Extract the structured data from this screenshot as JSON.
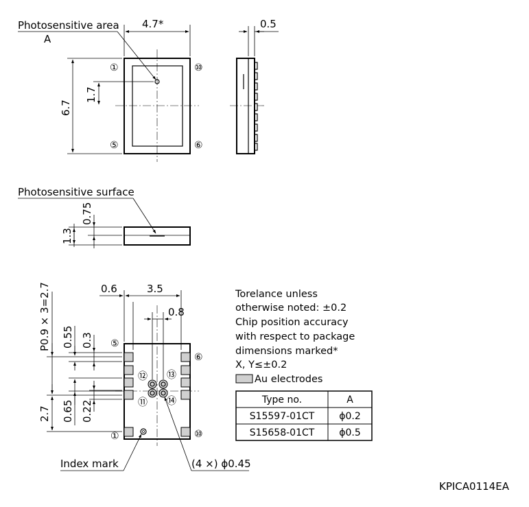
{
  "labels": {
    "photosensitive_area": "Photosensitive area",
    "area_symbol": "A",
    "photosensitive_surface": "Photosensitive surface",
    "index_mark": "Index mark",
    "figure_code": "KPICA0114EA"
  },
  "dimensions": {
    "top_width": "4.7*",
    "top_height": "6.7",
    "top_offset": "1.7",
    "side_thickness": "0.5",
    "profile_surface": "0.75",
    "profile_height": "1.3",
    "bottom_edge": "0.6",
    "bottom_span": "3.5",
    "bottom_pitch_inner": "0.8",
    "pitch": "P0.9 × 3=2.7",
    "pad_offset": "0.55",
    "pad_height": "0.3",
    "lower_span": "2.7",
    "lower_offset": "0.65",
    "lower_pad": "0.22",
    "holes": "(4 ×) ϕ0.45"
  },
  "pins": {
    "p1": "①",
    "p5": "⑤",
    "p6": "⑥",
    "p10": "⑩",
    "p11": "⑪",
    "p12": "⑫",
    "p13": "⑬",
    "p14": "⑭"
  },
  "notes": {
    "line1": "Torelance unless",
    "line2": "otherwise noted: ±0.2",
    "line3": "Chip position accuracy",
    "line4": "with respect to package",
    "line5": "dimensions marked*",
    "line6": "X, Y≤±0.2",
    "legend": "Au electrodes"
  },
  "table": {
    "headers": [
      "Type no.",
      "A"
    ],
    "rows": [
      [
        "S15597-01CT",
        "ϕ0.2"
      ],
      [
        "S15658-01CT",
        "ϕ0.5"
      ]
    ]
  },
  "colors": {
    "electrode": "#d0d0d0",
    "line": "#000000"
  }
}
